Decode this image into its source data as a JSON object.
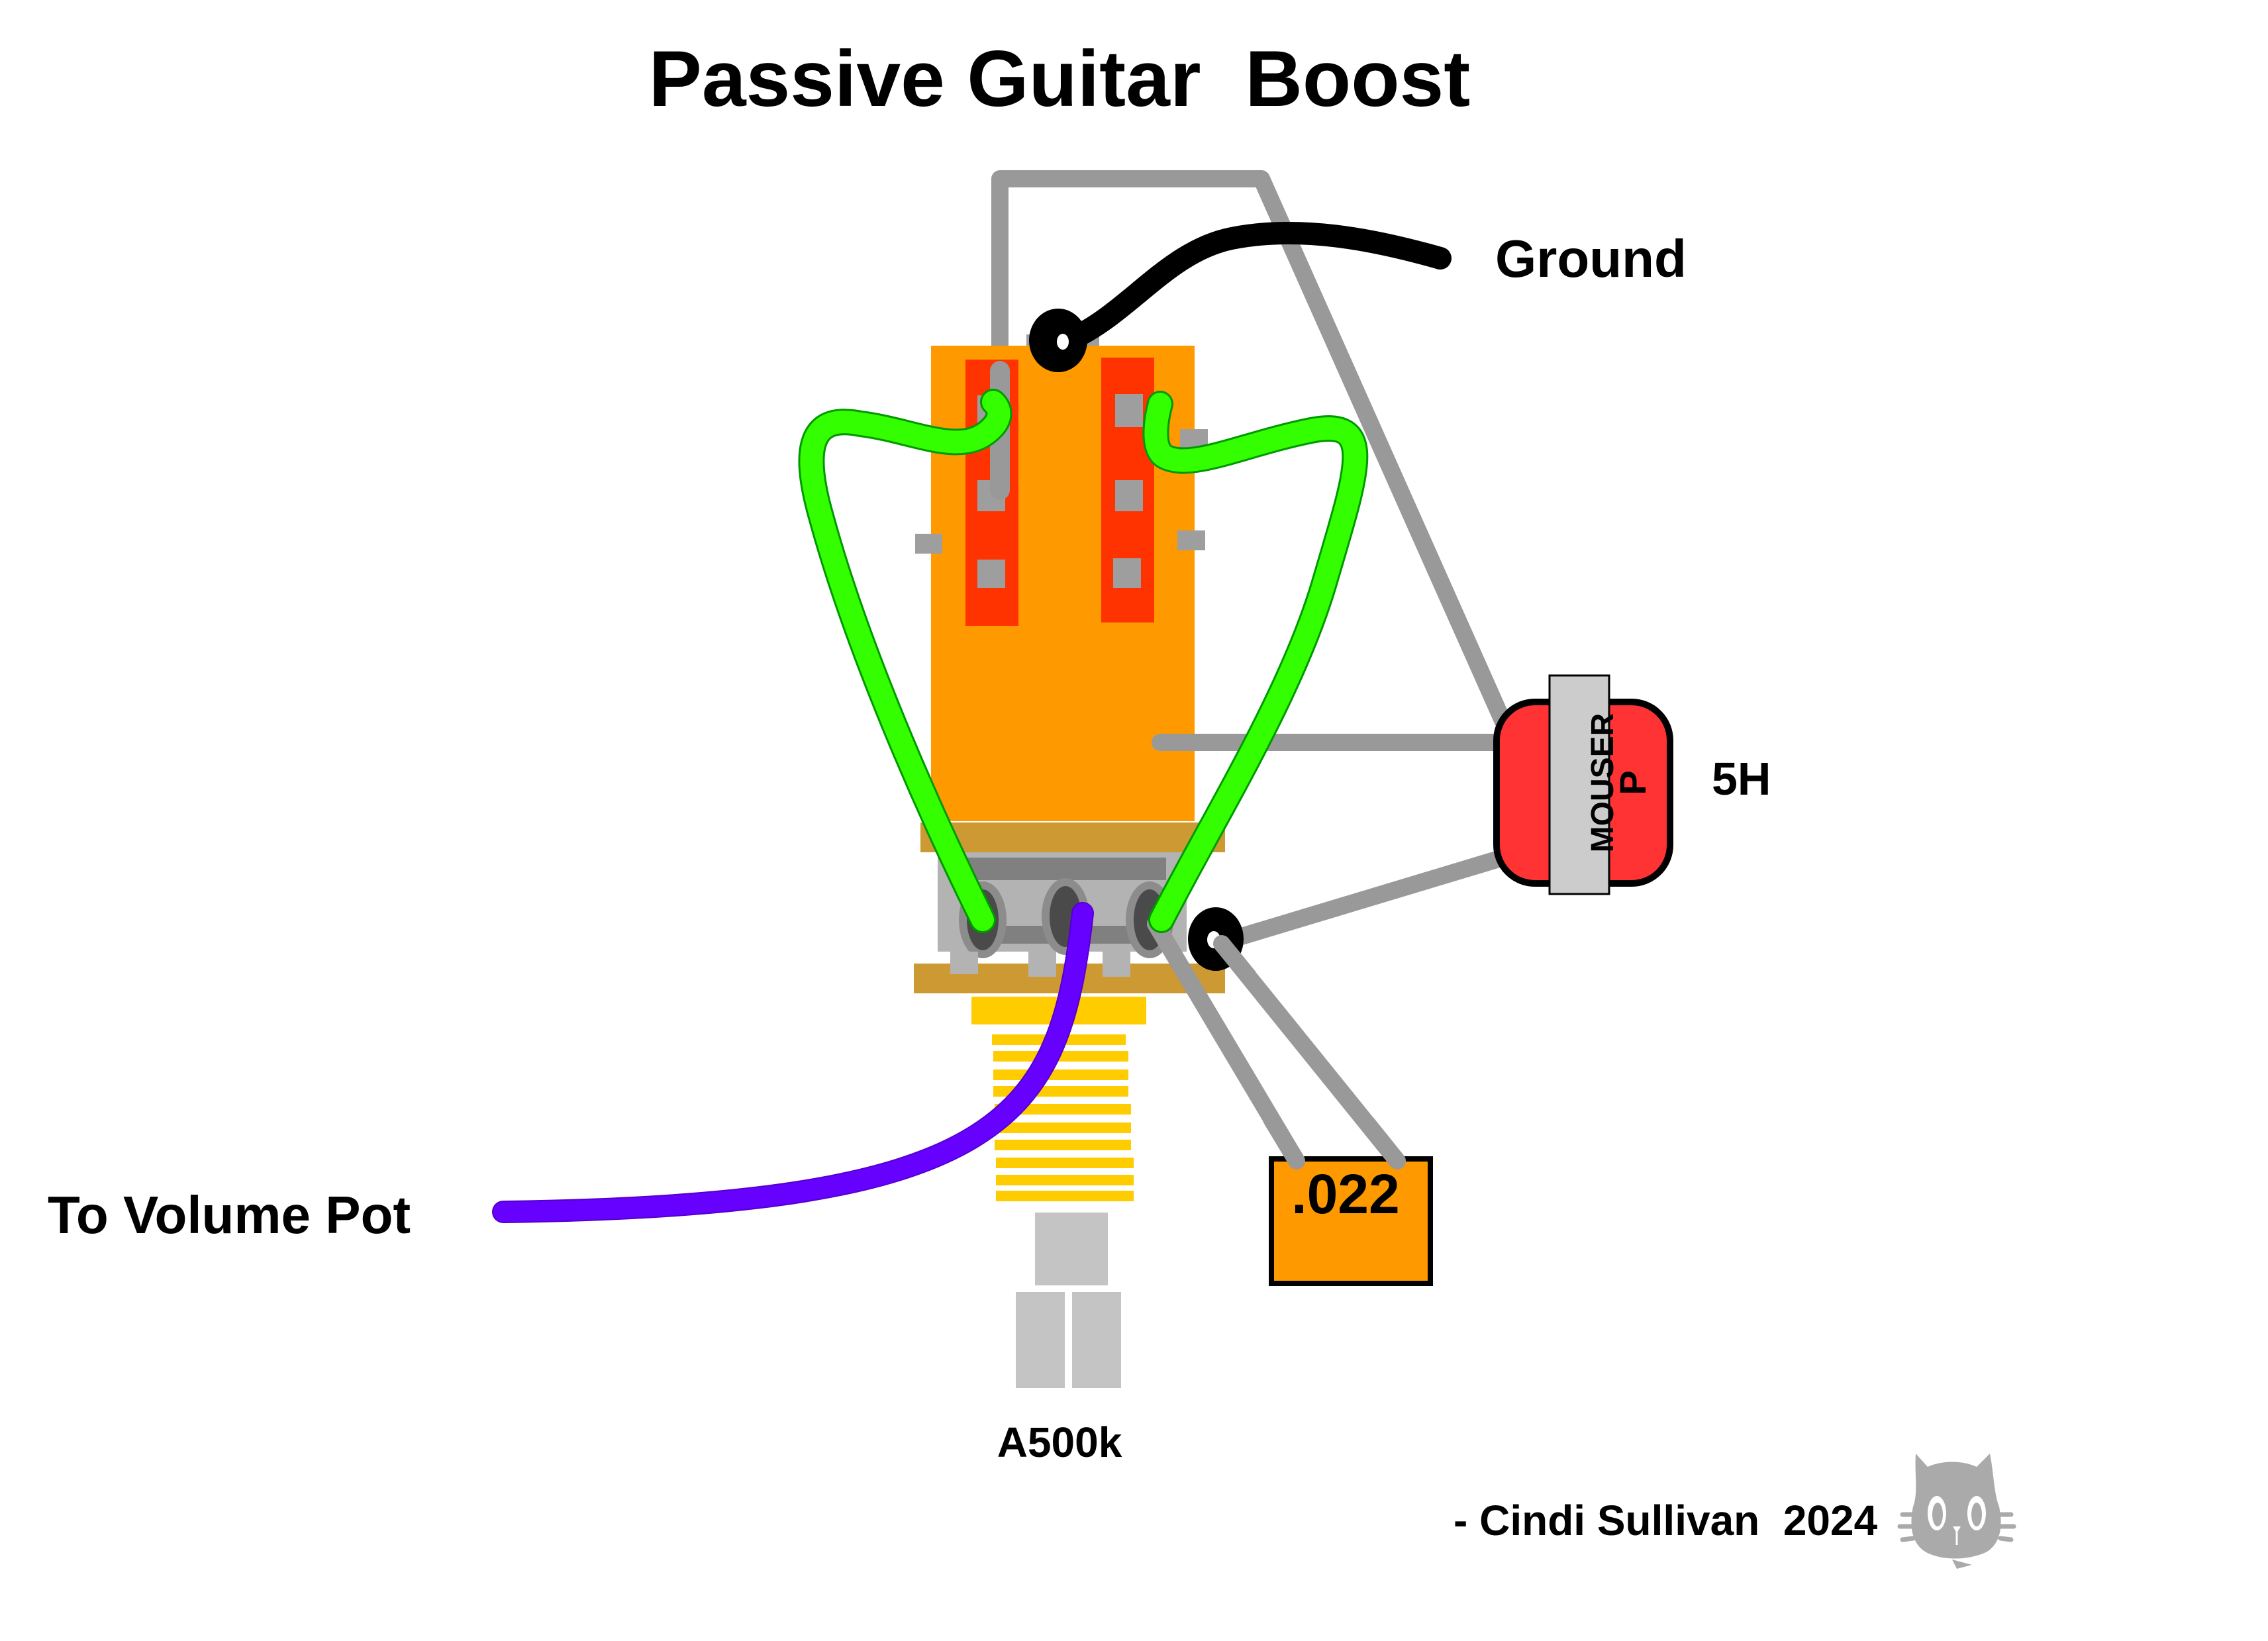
{
  "title": "Passive Guitar  Boost",
  "labels": {
    "ground": "Ground",
    "to_volume_pot": "To Volume Pot",
    "pot_value": "A500k",
    "inductor_value": "5H",
    "inductor_brand": "MOUSER",
    "inductor_mark": "P",
    "capacitor_value": ".022",
    "credit": "- Cindi Sullivan  2024"
  },
  "colors": {
    "switch_body": "#FF9900",
    "switch_rails": "#FF3300",
    "lug_gray": "#9E9E9E",
    "wire_gray": "#999999",
    "wire_green": "#33FF00",
    "wire_purple": "#6600FF",
    "wire_black": "#000000",
    "pot_flange": "#CC9933",
    "pot_bushing": "#FFCC00",
    "pot_case": "#B3B3B3",
    "inductor_body": "#FF3333",
    "inductor_band": "#CCCCCC",
    "capacitor_body": "#FF9900",
    "logo_gray": "#AAAAAA"
  },
  "components": {
    "switch": "push-pull switch (DPDT)",
    "pot": "A500k",
    "inductor": "5H",
    "capacitor": ".022"
  }
}
